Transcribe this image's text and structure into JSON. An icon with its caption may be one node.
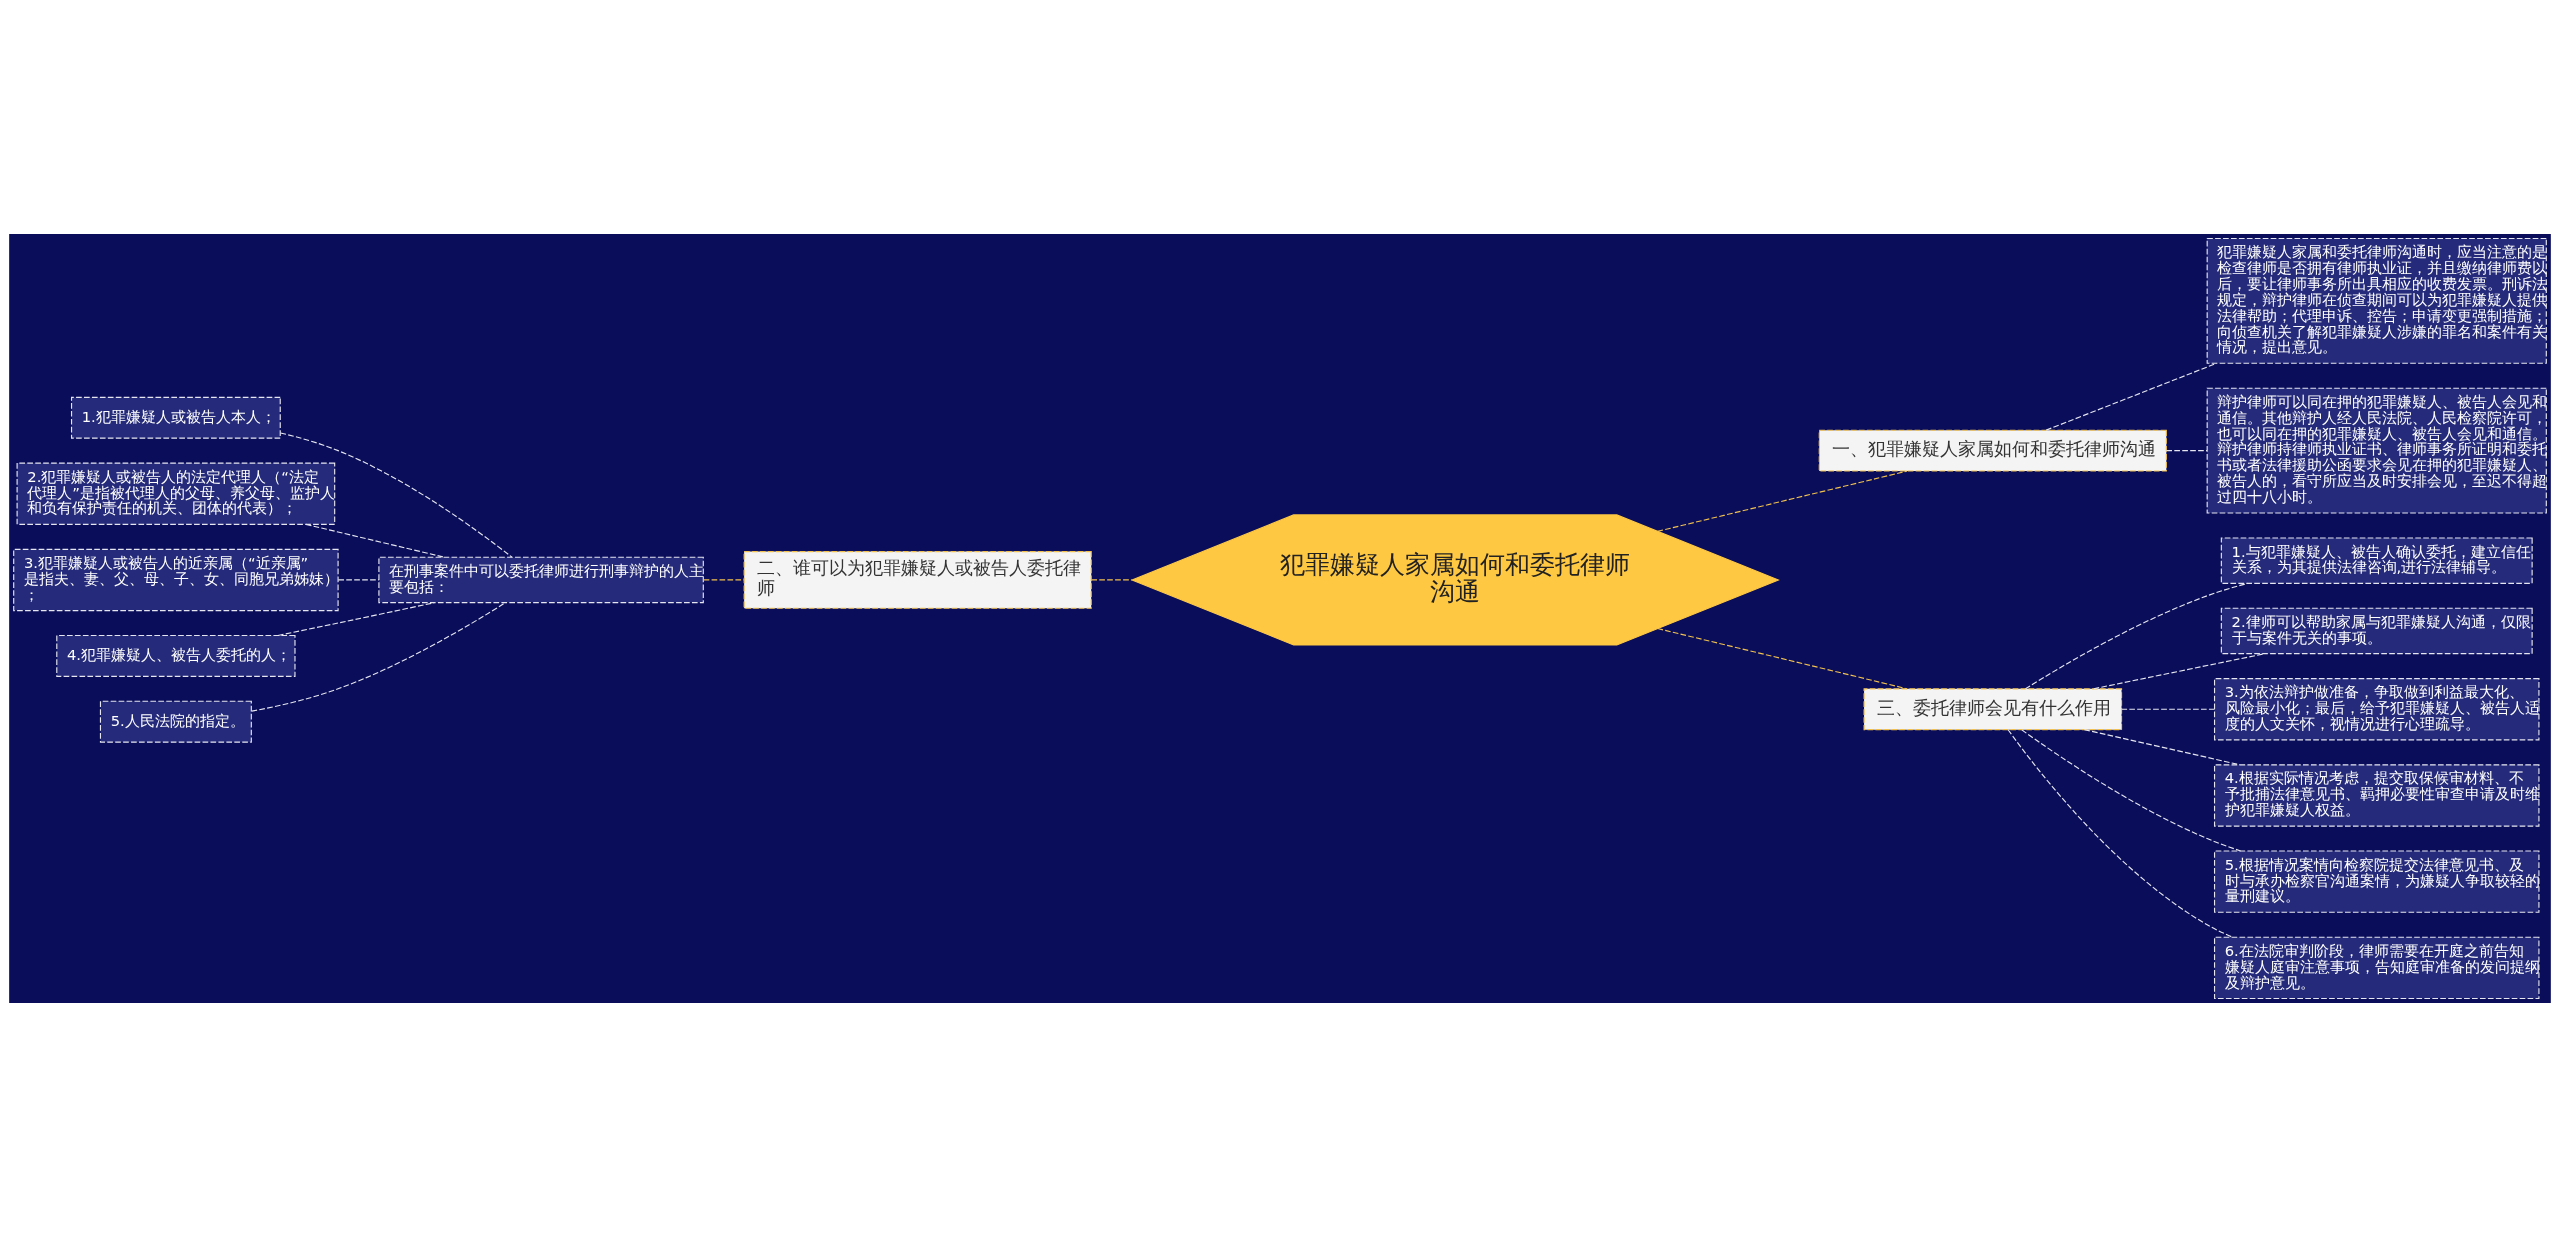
{
  "diagram": {
    "nodes": [
      {
        "text": [
          "犯罪嫌疑人家属如何和委托律师沟通"
        ]
      },
      {
        "text": [
          "一、犯罪嫌疑人家属如何和委托律师沟通"
        ]
      },
      {
        "text": [
          "犯罪嫌疑人家属和委托律师沟通时，应当注意的是检查律师是否拥有律师执业证，并且缴纳律师费以后，要让律师事务所出具相应的收费发票。刑诉法规定，辩护律师在侦查期间可以为犯罪嫌疑人提供法律帮助；代理申诉、控告；申请变更强制措施；向侦查机关了解犯罪嫌疑人涉嫌的罪名和案件有关情况，提出意见。"
        ]
      },
      {
        "text": [
          "辩护律师可以同在押的犯罪嫌疑人、被告人会见和通信。其他辩护人经人民法院、人民检察院许可，也可以同在押的犯罪嫌疑人、被告人会见和通信。辩护律师持律师执业证书、律师事务所证明和委托书或者法律援助公函要求会见在押的犯罪嫌疑人、被告人的，看守所应当及时安排会见，至迟不得超过四十八小时。"
        ]
      },
      {
        "text": [
          "二、谁可以为犯罪嫌疑人或被告人委托律师"
        ]
      },
      {
        "text": [
          "在刑事案件中可以委托律师进行刑事辩护的人主要包括："
        ]
      },
      {
        "text": [
          "1.犯罪嫌疑人或被告人本人；"
        ]
      },
      {
        "text": [
          "2.犯罪嫌疑人或被告人的法定代理人（“法定代理人”是指被代理人的父母、养父母、监护人和负有保护责任的机关、团体的代表）；"
        ]
      },
      {
        "text": [
          "3.犯罪嫌疑人或被告人的近亲属（“近亲属”是指夫、妻、父、母、子、女、同胞兄弟姊妹）；"
        ]
      },
      {
        "text": [
          "4.犯罪嫌疑人、被告人委托的人；"
        ]
      },
      {
        "text": [
          "5.人民法院的指定。"
        ]
      },
      {
        "text": [
          "三、委托律师会见有什么作用"
        ]
      },
      {
        "text": [
          "1.与犯罪嫌疑人、被告人确认委托，建立信任关系，为其提供法律咨询,进行法律辅导。"
        ]
      },
      {
        "text": [
          "2.律师可以帮助家属与犯罪嫌疑人沟通，仅限于与案件无关的事项。"
        ]
      },
      {
        "text": [
          "3.为依法辩护做准备，争取做到利益最大化、风险最小化；最后，给予犯罪嫌疑人、被告人适度的人文关怀，视情况进行心理疏导。"
        ]
      },
      {
        "text": [
          "4.根据实际情况考虑，提交取保候审材料、不予批捕法律意见书、羁押必要性审查申请及时维护犯罪嫌疑人权益。"
        ]
      },
      {
        "text": [
          "5.根据情况案情向检察院提交法律意见书、及时与承办检察官沟通案情，为嫌疑人争取较轻的量刑建议。"
        ]
      },
      {
        "text": [
          "6.在法院审判阶段，律师需要在开庭之前告知嫌疑人庭审注意事项，告知庭审准备的发问提纲及辩护意见。"
        ]
      }
    ],
    "edges": [
      {
        "from": 0,
        "to": 1,
        "arrow": "none",
        "style": "dashed",
        "color": "#f2c14e"
      },
      {
        "from": 1,
        "to": 2,
        "arrow": "none",
        "style": "dashed"
      },
      {
        "from": 1,
        "to": 3,
        "arrow": "none",
        "style": "dashed"
      },
      {
        "from": 4,
        "to": 0,
        "arrow": "none",
        "style": "dashed",
        "color": "#f2c14e"
      },
      {
        "from": 5,
        "to": 4,
        "arrow": "none",
        "style": "dashed",
        "color": "#f2c14e"
      },
      {
        "from": 6,
        "to": 5,
        "arrow": "none",
        "style": "dashed"
      },
      {
        "from": 7,
        "to": 5,
        "arrow": "none",
        "style": "dashed"
      },
      {
        "from": 8,
        "to": 5,
        "arrow": "none",
        "style": "dashed"
      },
      {
        "from": 9,
        "to": 5,
        "arrow": "none",
        "style": "dashed"
      },
      {
        "from": 10,
        "to": 5,
        "arrow": "none",
        "style": "dashed"
      },
      {
        "from": 0,
        "to": 11,
        "arrow": "none",
        "style": "dashed",
        "color": "#f2c14e"
      },
      {
        "from": 11,
        "to": 12,
        "arrow": "none",
        "style": "dashed"
      },
      {
        "from": 11,
        "to": 13,
        "arrow": "none",
        "style": "dashed"
      },
      {
        "from": 11,
        "to": 14,
        "arrow": "none",
        "style": "dashed"
      },
      {
        "from": 11,
        "to": 15,
        "arrow": "none",
        "style": "dashed"
      },
      {
        "from": 11,
        "to": 16,
        "arrow": "none",
        "style": "dashed"
      },
      {
        "from": 11,
        "to": 17,
        "arrow": "none",
        "style": "dashed"
      }
    ]
  }
}
